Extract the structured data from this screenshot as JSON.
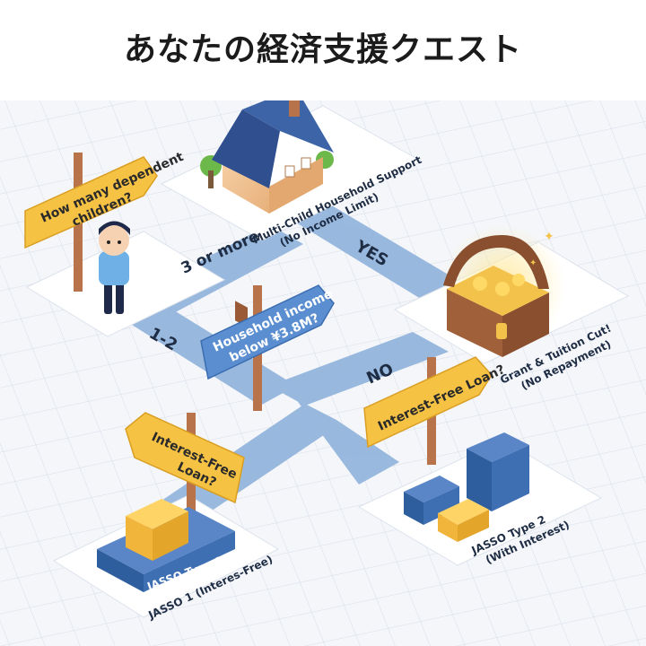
{
  "title": "あなたの経済支援クエスト",
  "start": {
    "question": "How many dependent\nchildren?"
  },
  "paths": {
    "three_or_more": "3 or more",
    "one_two": "1-2",
    "yes": "YES",
    "no": "NO"
  },
  "house": {
    "label": "Multi-Child Household Support\n(No Income Limit)"
  },
  "income_sign": {
    "question": "Household income\nbelow ¥3.8M?"
  },
  "treasure": {
    "label": "Grant & Tuition Cut!\n(No Repayment)"
  },
  "loan_sign_right": {
    "question": "Interest-Free Loan?"
  },
  "loan_sign_left": {
    "question": "Interest-Free\nLoan?"
  },
  "jasso1": {
    "box_label": "JASSO Type 1",
    "label": "JASSO 1 (Interes-Free)"
  },
  "jasso2": {
    "label": "JASSO Type 2\n(With Interest)"
  },
  "colors": {
    "path": "#8fb2dc",
    "sign_yellow": "#f6c244",
    "sign_blue": "#5b8ed0",
    "post": "#b9734a",
    "block_blue": "#3f6fb3",
    "block_yellow": "#f6c244"
  }
}
